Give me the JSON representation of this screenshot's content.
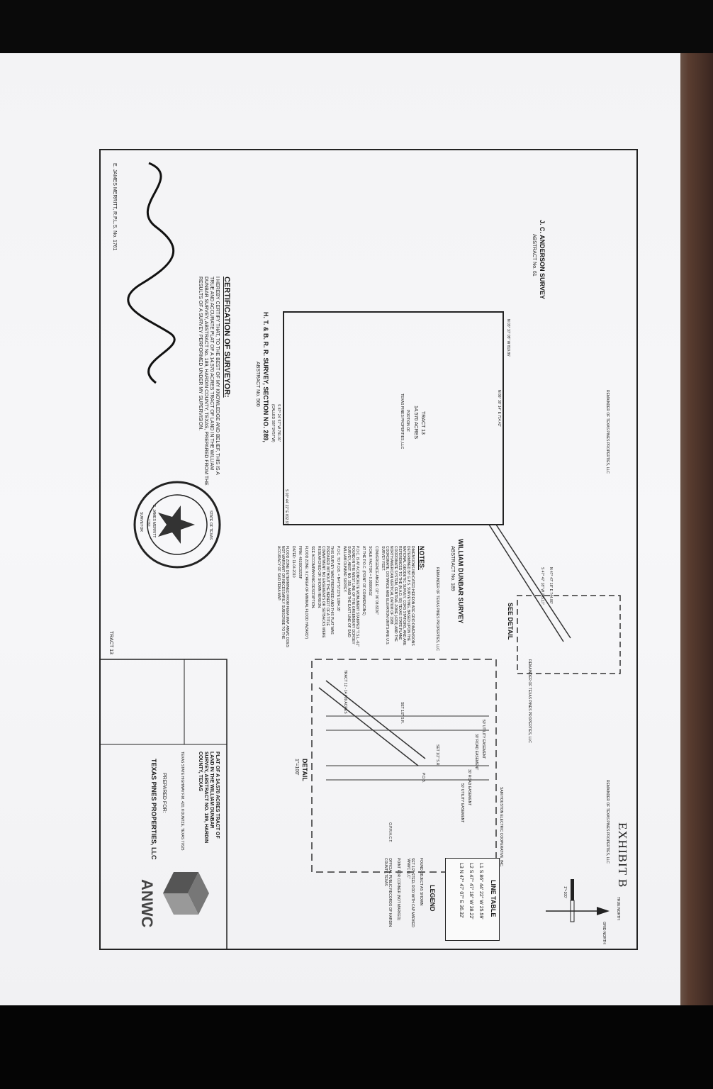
{
  "exhibit_title": "EXHIBIT B",
  "north_labels": {
    "true_north": "TRUE NORTH",
    "grid_north": "GRID NORTH"
  },
  "scale_label": "1\"=100'",
  "see_detail": "SEE DETAIL",
  "detail_label": "DETAIL",
  "detail_scale": "1\"=100'",
  "surveys": {
    "anderson": "J. C. ANDERSON SURVEY",
    "anderson_abstract": "ABSTRACT No. 61",
    "dunbar": "WILLIAM DUNBAR SURVEY",
    "dunbar_abstract": "ABSTRACT No. 189",
    "htb": "H. T. & B. R. R. SURVEY, SECTION NO. 289,",
    "htb_abstract": "ABSTRACT No. 560"
  },
  "tract": {
    "name": "TRACT 13",
    "acres": "14.570 ACRES",
    "portion": "PORTION OF",
    "owner": "TEXAS PINES PROPERTIES, LLC"
  },
  "bearings": {
    "west_line": "N 03° 37' 05\" W 819.86'",
    "north_line": "N 86° 30' 14\" E 714.42'",
    "east_line": "S 03° 44' 22\" E 832.93'",
    "south_line": "S 87° 24' 57\" W 781.01'",
    "south_called": "(CALLED S87°24'57\"W)",
    "road_1": "N 47° 47' 18\" E 744.80'",
    "road_2": "S 47° 47' 18\" W 755.17'"
  },
  "easements": {
    "utility_1": "50' UTILITY EASEMENT",
    "road_1": "30' ROAD EASEMENT",
    "road_2": "30' ROAD EASEMENT",
    "utility_2": "50' UTILITY EASEMENT",
    "tract_12": "TRACT 12 - 14.409 ACRES"
  },
  "detail_points": {
    "pob": "P.O.B.",
    "set_rod_1": "SET 1/2\" S.R.",
    "set_rod_2": "SET 1/2\" S.R."
  },
  "notes": {
    "heading": "NOTES:",
    "items": [
      "DIMENSIONS INDICATED HEREON ARE GRID DIMENSIONS DETERMINED BY G.P.S. SURVEYING, BASED UPON THE NATIONAL GEODETIC SURVEY, CORS STATIONS, AND ARE REFERENCED TO THE (N.A.D. 83) TEXAS STATE PLANE COORDINATE SYSTEM, CENTRAL ZONE (4203) AND THE NORTH AMERICAN VERTICAL DATUM OF 1988 COORDINATE, DISTANCE AND ELEVATION UNITS ARE U.S. SURVEY FEET.",
      "CONVERGENCE ANGLE: 02° 06' 08.8226\"",
      "SCALE FACTOR = 0.99993632",
      "AT THE P.O.C. (POINT OF COMMENCING)",
      "P.O.C. IS AT A CONCRETE MONUMENT STAMPED \"T.S.L.-61\" FOUND IN THE WEST LINE OF THE GREENBURY DORSEY SURVEY, ABST. NO. 159, AND THE EAST LINE OF SAID WILLIAM DUNBAR SURVEY.",
      "P.O.C. TO P.O.B. = N47°57'23\"E 1884.35'",
      "THIS SURVEY WAS PREPARED AND THIS PLAT WAS PREPARED WITHOUT THE BENEFIT OF A TITLE COMMITMENT. NO EASEMENTS OR SETBACKS WERE RESEARCHED OR SHOWN HEREON.",
      "SEE ACCOMPANYING DESCRIPTION.",
      "FLOOD ZONE: X (\"AREA OF MINIMAL FLOOD HAZARD\")",
      "FIRM: 48199C0225F",
      "DATED: 11-04-2010",
      "FLOOD ZONE DETERMINED FROM FEMA MAP. ANWC DOES NOT WARRANT OR NECESSARILY SUBSCRIBE TO THE ACCURACY OF SAID FEMA MAP."
    ]
  },
  "line_table": {
    "heading": "LINE TABLE",
    "rows": [
      {
        "id": "L1",
        "value": "S 86° 44' 22\" W 25.59'"
      },
      {
        "id": "L2",
        "value": "S 47° 47' 18\" W 38.22'"
      },
      {
        "id": "L3",
        "value": "N 47° 47' 07\" E 36.32'"
      }
    ]
  },
  "legend": {
    "heading": "LEGEND",
    "items": [
      "FOUND OBJECT AS SHOWN",
      "SET 1/2\" STEEL ROD WITH CAP MARKED \"ANWC LLC\"",
      "POINT FOR CORNER (NOT MARKED)",
      "OFFICIAL PUBLIC RECORDS OF HARDIN COUNTY, TEXAS"
    ],
    "opr_abbrev": "O.P.R.H.C.T."
  },
  "certification": {
    "heading": "CERTIFICATION OF SURVEYOR:",
    "text": "I HEREBY CERTIFY THAT, TO THE BEST OF MY KNOWLEDGE AND BELIEF, THIS IS A TRUE AND ACCURATE PLAT OF A 14.570 ACRES TRACT OF LAND IN THE WILLIAM DUNBAR SURVEY, ABSTRACT No. 189, HARDIN COUNTY, TEXAS, PREPARED FROM THE RESULTS OF A SURVEY PERFORMED UNDER MY SUPERVISION.",
    "signature_name": "E. JAMES MERRITT, R.P.L.S. No. 1761"
  },
  "seal": {
    "state": "STATE OF TEXAS",
    "name": "E. JAMES MERRITT",
    "number": "1761",
    "title": "SURVEYOR"
  },
  "title_block": {
    "plat_title": "PLAT OF A 14.570 ACRES TRACT OF LAND IN THE WILLIAM DUNBAR SURVEY, ABSTRACT NO. 189, HARDIN COUNTY, TEXAS",
    "highway": "TEXAS STATE HIGHWAY F.M. 420, KOUNTZE, TEXAS 77625",
    "prepared_for": "PREPARED FOR:",
    "client": "TEXAS PINES PROPERTIES, LLC",
    "firm": "ANWC",
    "tract_no": "TRACT 13"
  },
  "adjoiners": {
    "remainder_1": "REMAINDER OF TEXAS PINES PROPERTIES, LLC",
    "remainder_2": "REMAINDER OF TEXAS PINES PROPERTIES, LLC",
    "remainder_3": "REMAINDER OF TEXAS PINES PROPERTIES, LLC",
    "remainder_4": "REMAINDER OF TEXAS PINES PROPERTIES, LLC",
    "sam_houston": "SAM HOUSTON ELECTRIC COOPERATIVE, INC."
  },
  "colors": {
    "paper": "#f4f4f6",
    "ink": "#1a1a1a",
    "background": "#000000"
  }
}
